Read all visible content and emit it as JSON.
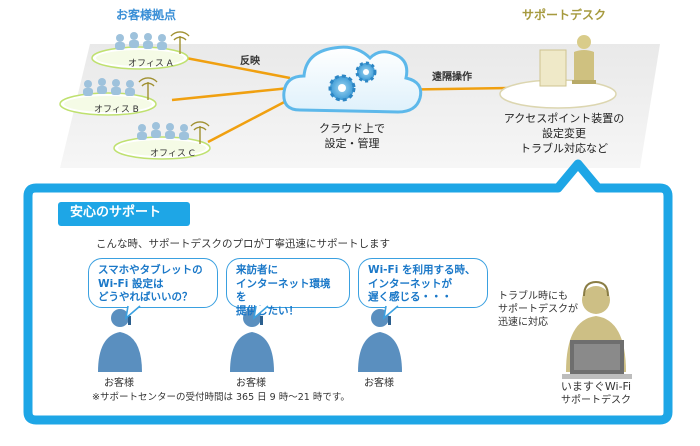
{
  "top": {
    "customer_sites_title": "お客様拠点",
    "support_desk_title": "サポートデスク",
    "offices": [
      "オフィス A",
      "オフィス B",
      "オフィス C"
    ],
    "reflect_label": "反映",
    "remote_label": "遠隔操作",
    "cloud_label": [
      "クラウド上で",
      "設定・管理"
    ],
    "desk_tasks": [
      "アクセスポイント装置の",
      "設定変更",
      "トラブル対応など"
    ]
  },
  "support": {
    "title": "安心のサポート",
    "lead": "こんな時、サポートデスクのプロが丁寧迅速にサポートします",
    "bubbles": [
      [
        "スマホやタブレットの",
        "Wi-Fi 設定は",
        "どうやればいいの？"
      ],
      [
        "来訪者に",
        "インターネット環境を",
        "提供したい！"
      ],
      [
        "Wi-Fi を利用する時、",
        "インターネットが",
        "遅く感じる・・・"
      ]
    ],
    "customer_label": "お客様",
    "note": "※サポートセンターの受付時間は 365 日 9 時〜21 時です。",
    "operator_text": [
      "トラブル時にも",
      "サポートデスクが",
      "迅速に対応"
    ],
    "operator_name": [
      "いますぐWi-Fi",
      "サポートデスク"
    ]
  },
  "colors": {
    "accent_blue": "#1ea6e6",
    "dark_blue": "#1a78c8",
    "orange_line": "#f0a010",
    "person_blue": "#5a8fbf",
    "operator_beige": "#cdbf85",
    "platform_gray": "#eeeeee"
  }
}
